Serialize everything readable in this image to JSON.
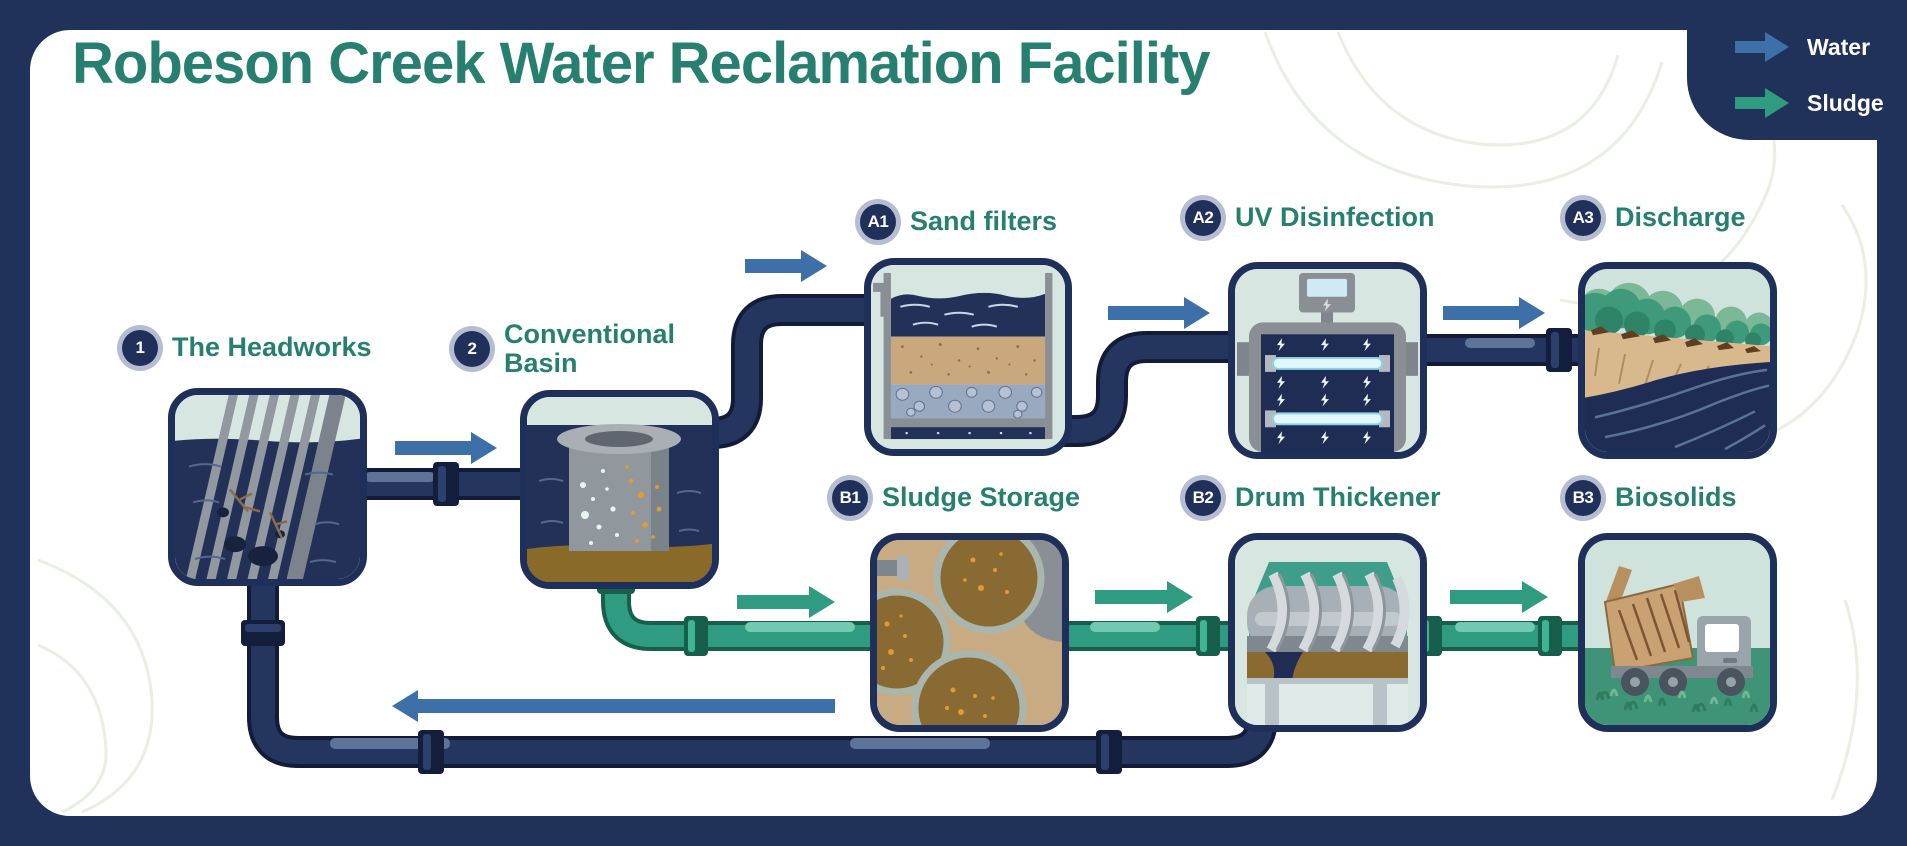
{
  "title": "Robeson Creek Water Reclamation Facility",
  "legend": {
    "items": [
      {
        "label": "Water",
        "color": "#3d6fa8"
      },
      {
        "label": "Sludge",
        "color": "#2f9b80"
      }
    ]
  },
  "stages": [
    {
      "id": "1",
      "label": "The Headworks"
    },
    {
      "id": "2",
      "label": "Conventional Basin"
    },
    {
      "id": "A1",
      "label": "Sand filters"
    },
    {
      "id": "A2",
      "label": "UV Disinfection"
    },
    {
      "id": "A3",
      "label": "Discharge"
    },
    {
      "id": "B1",
      "label": "Sludge Storage"
    },
    {
      "id": "B2",
      "label": "Drum Thickener"
    },
    {
      "id": "B3",
      "label": "Biosolids"
    }
  ],
  "colors": {
    "water": "#3d6fa8",
    "sludge": "#2f9b80",
    "frame": "#20315a",
    "accent_text": "#27806f"
  }
}
